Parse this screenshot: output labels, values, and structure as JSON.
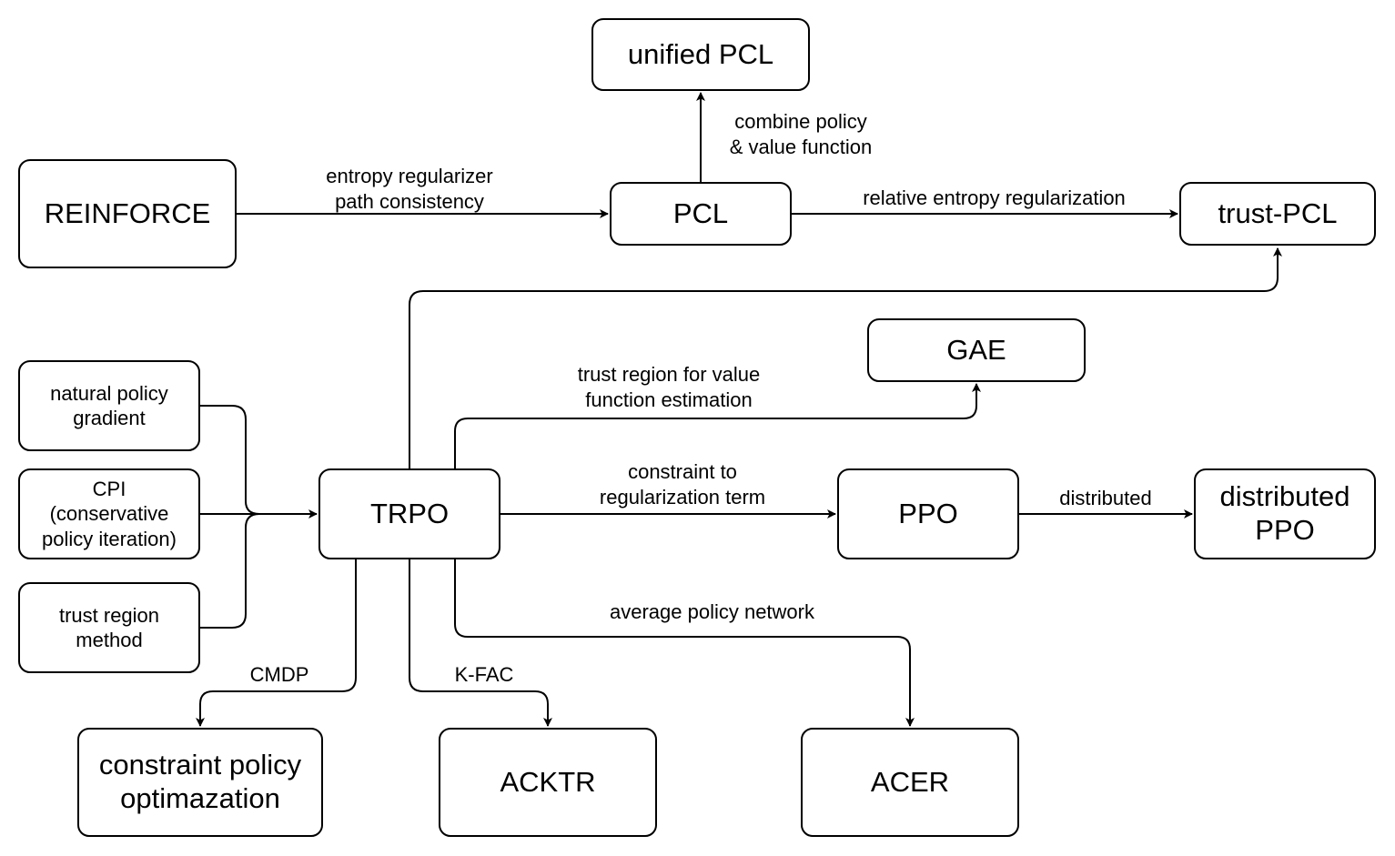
{
  "nodes": {
    "unified_pcl": "unified PCL",
    "reinforce": "REINFORCE",
    "pcl": "PCL",
    "trust_pcl": "trust-PCL",
    "gae": "GAE",
    "natural_policy_gradient": "natural policy\ngradient",
    "cpi": "CPI\n(conservative\npolicy iteration)",
    "trust_region_method": "trust region\nmethod",
    "trpo": "TRPO",
    "ppo": "PPO",
    "distributed_ppo": "distributed\nPPO",
    "constraint_policy_optimization": "constraint policy\noptimazation",
    "acktr": "ACKTR",
    "acer": "ACER"
  },
  "edges": {
    "reinforce_to_pcl": "entropy  regularizer\npath consistency",
    "pcl_to_unified_pcl": "combine policy\n& value function",
    "pcl_to_trust_pcl": "relative entropy regularization",
    "trpo_to_gae": "trust region for value\nfunction estimation",
    "trpo_to_ppo": "constraint to\nregularization term",
    "ppo_to_distributed_ppo": "distributed",
    "trpo_to_acer": "average policy network",
    "trpo_to_cpo": "CMDP",
    "trpo_to_acktr": "K-FAC"
  }
}
